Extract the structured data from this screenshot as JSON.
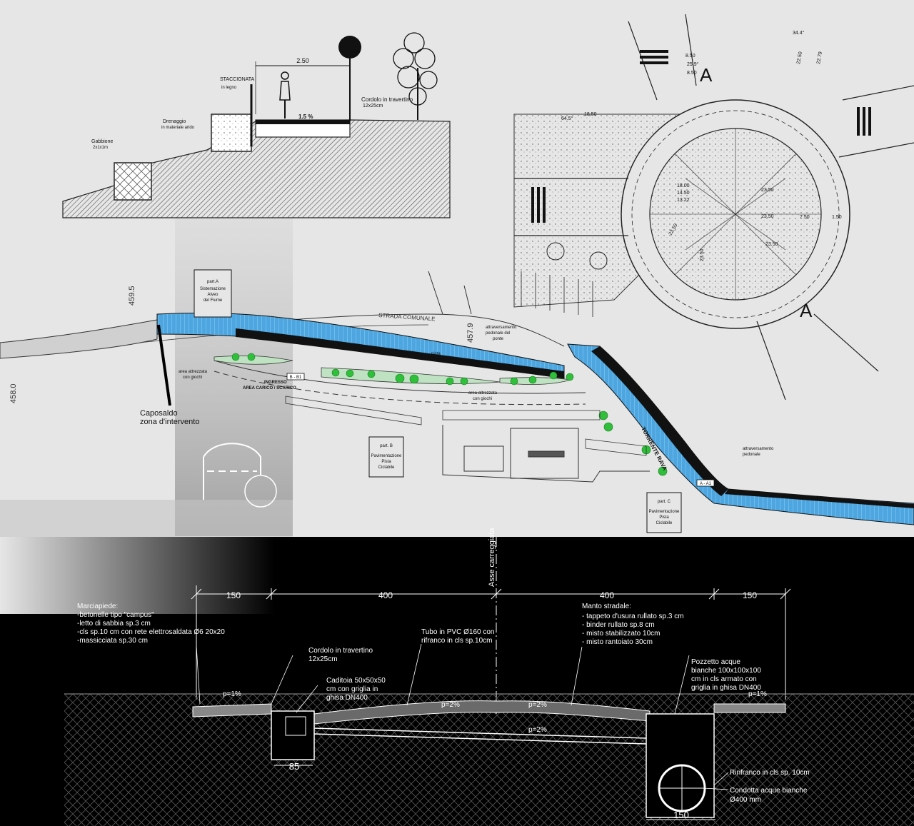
{
  "colors": {
    "paper": "#e6e6e6",
    "ink": "#1a1a1a",
    "water": "#4da6e0",
    "water_light": "#a9d8f5",
    "tree": "#2fbf3a",
    "black_band": "#000000",
    "line_white": "#ffffff"
  },
  "top_section": {
    "width_dim": "2.50",
    "staccionata": "STACCIONATA",
    "in_legno": "in legno",
    "cordolo": "Cordolo in travertino",
    "cordolo_size": "12x25cm",
    "slope": "1.5 %",
    "drenaggio_1": "Drenaggio",
    "drenaggio_2": "in materiale arido",
    "gabbione_1": "Gabbione",
    "gabbione_2": "2x1x1m"
  },
  "plan": {
    "level_1": "459.5",
    "level_2": "457.9",
    "level_3": "458.0",
    "road_name": "STRADA COMUNALE",
    "river_name": "TORRENTE RAVA",
    "caposaldo_1": "Caposaldo",
    "caposaldo_2": "zona d'intervento",
    "part_a": [
      "part.A",
      "Sistemazione",
      "Alveo",
      "del Fiume"
    ],
    "part_b": [
      "part. B",
      "Pavimentazione",
      "Pista",
      "Ciclabile"
    ],
    "part_c": [
      "part. C",
      "Pavimentazione",
      "Pista",
      "Ciclabile"
    ],
    "area_giochi_1": [
      "area attrezzata",
      "con giochi"
    ],
    "area_giochi_2": [
      "area attrezzata",
      "con giochi"
    ],
    "pista": [
      "pista",
      "ciclabile"
    ],
    "attraversamento_1": [
      "attraversamento",
      "pedonale del",
      "ponte"
    ],
    "attraversamento_2": [
      "attraversamento",
      "pedonale"
    ],
    "ingresso": [
      "INGRESSO",
      "AREA CARICO / SCARICO"
    ],
    "section_bb": "B - B1",
    "section_aa": "A - A1"
  },
  "roundabout": {
    "section_mark": "A",
    "dims": [
      "34.4°",
      "22.50",
      "22.79",
      "8.50",
      "25.9°",
      "8.50",
      "64.5°",
      "18.50",
      "23.50",
      "7.50",
      "1.50",
      "18.00",
      "14.50",
      "13.22",
      "23.50",
      "23.50",
      "23.50",
      "23.50"
    ]
  },
  "cross_section": {
    "axis_label": "Asse carreggiata",
    "dims": [
      "150",
      "400",
      "400",
      "150"
    ],
    "marciapiede_title": "Marciapiede:",
    "marciapiede_items": [
      "-betonelle tipo \"campus\"",
      "-letto di sabbia sp.3 cm",
      "-cls sp.10 cm con rete elettrosaldata Ø6 20x20",
      "-massicciata sp.30 cm"
    ],
    "manto_title": "Manto stradale:",
    "manto_items": [
      "- tappeto d'usura rullato sp.3 cm",
      "- binder rullato sp.8 cm",
      "- misto stabilizzato 10cm",
      "- misto rantoiato 30cm"
    ],
    "tubo": [
      "Tubo in PVC Ø160 con",
      "rifranco in cls sp.10cm"
    ],
    "cordolo": [
      "Cordolo in travertino",
      "12x25cm"
    ],
    "caditoia": [
      "Caditoia 50x50x50",
      "cm con griglia in",
      "ghisa DN400"
    ],
    "pozzetto": [
      "Pozzetto acque",
      "bianche 100x100x100",
      "cm in cls armato con",
      "griglia in ghisa DN400"
    ],
    "slopes": [
      "p=1%",
      "p=2%",
      "p=2%",
      "p=2%",
      "p=1%"
    ],
    "caditoia_dim": "85",
    "pozzetto_dim": "150",
    "rinfranco": "Rinfranco in cls sp. 10cm",
    "condotta": [
      "Condotta acque bianche",
      "Ø400 mm"
    ]
  }
}
